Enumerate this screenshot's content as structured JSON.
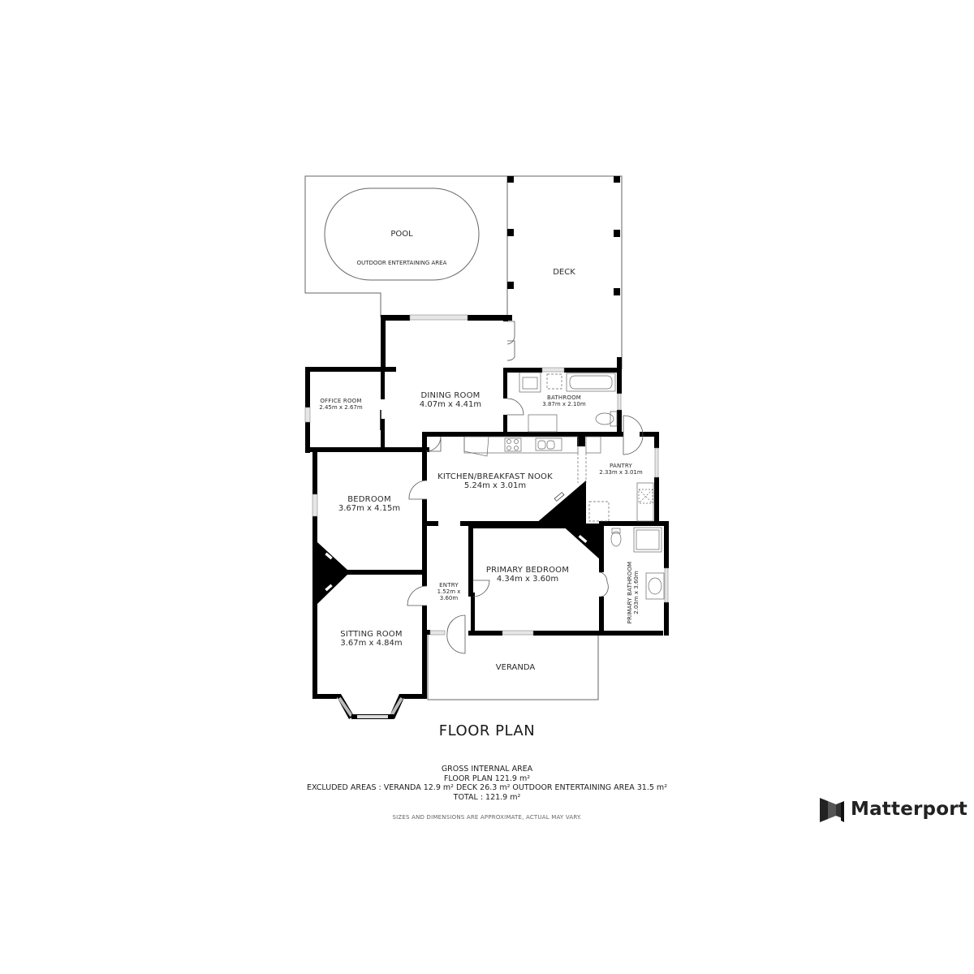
{
  "plan": {
    "title": "FLOOR PLAN",
    "outdoor": {
      "pool_label": "POOL",
      "outdoor_entertaining_label": "OUTDOOR ENTERTAINING AREA",
      "deck_label": "DECK",
      "veranda_label": "VERANDA"
    },
    "rooms": [
      {
        "id": "dining",
        "name": "DINING ROOM",
        "dims": "4.07m x 4.41m"
      },
      {
        "id": "office",
        "name": "OFFICE ROOM",
        "dims": "2.45m x 2.67m"
      },
      {
        "id": "bathroom",
        "name": "BATHROOM",
        "dims": "3.87m x 2.10m"
      },
      {
        "id": "kitchen",
        "name": "KITCHEN/BREAKFAST NOOK",
        "dims": "5.24m x 3.01m"
      },
      {
        "id": "pantry",
        "name": "PANTRY",
        "dims": "2.33m x 3.01m"
      },
      {
        "id": "bedroom",
        "name": "BEDROOM",
        "dims": "3.67m x 4.15m"
      },
      {
        "id": "entry",
        "name": "ENTRY",
        "dims_line1": "1.52m x",
        "dims_line2": "3.60m"
      },
      {
        "id": "primary_bedroom",
        "name": "PRIMARY BEDROOM",
        "dims": "4.34m x 3.60m"
      },
      {
        "id": "primary_bathroom",
        "name": "PRIMARY BATHROOM",
        "dims": "2.03m x 3.60m"
      },
      {
        "id": "sitting",
        "name": "SITTING ROOM",
        "dims": "3.67m x 4.84m"
      }
    ]
  },
  "summary": {
    "heading": "GROSS INTERNAL AREA",
    "floor_plan_area": "FLOOR PLAN 121.9 m²",
    "excluded_areas": "EXCLUDED AREAS :  VERANDA 12.9 m²   DECK 26.3 m²   OUTDOOR ENTERTAINING AREA 31.5 m²",
    "total": "TOTAL :  121.9 m²",
    "disclaimer": "SIZES AND DIMENSIONS ARE APPROXIMATE, ACTUAL MAY VARY."
  },
  "brand": {
    "name": "Matterport",
    "icon": "matterport-logo-icon"
  },
  "colors": {
    "wall": "#000000",
    "outline": "#555555",
    "window": "#cfcfcf",
    "background": "#ffffff"
  }
}
